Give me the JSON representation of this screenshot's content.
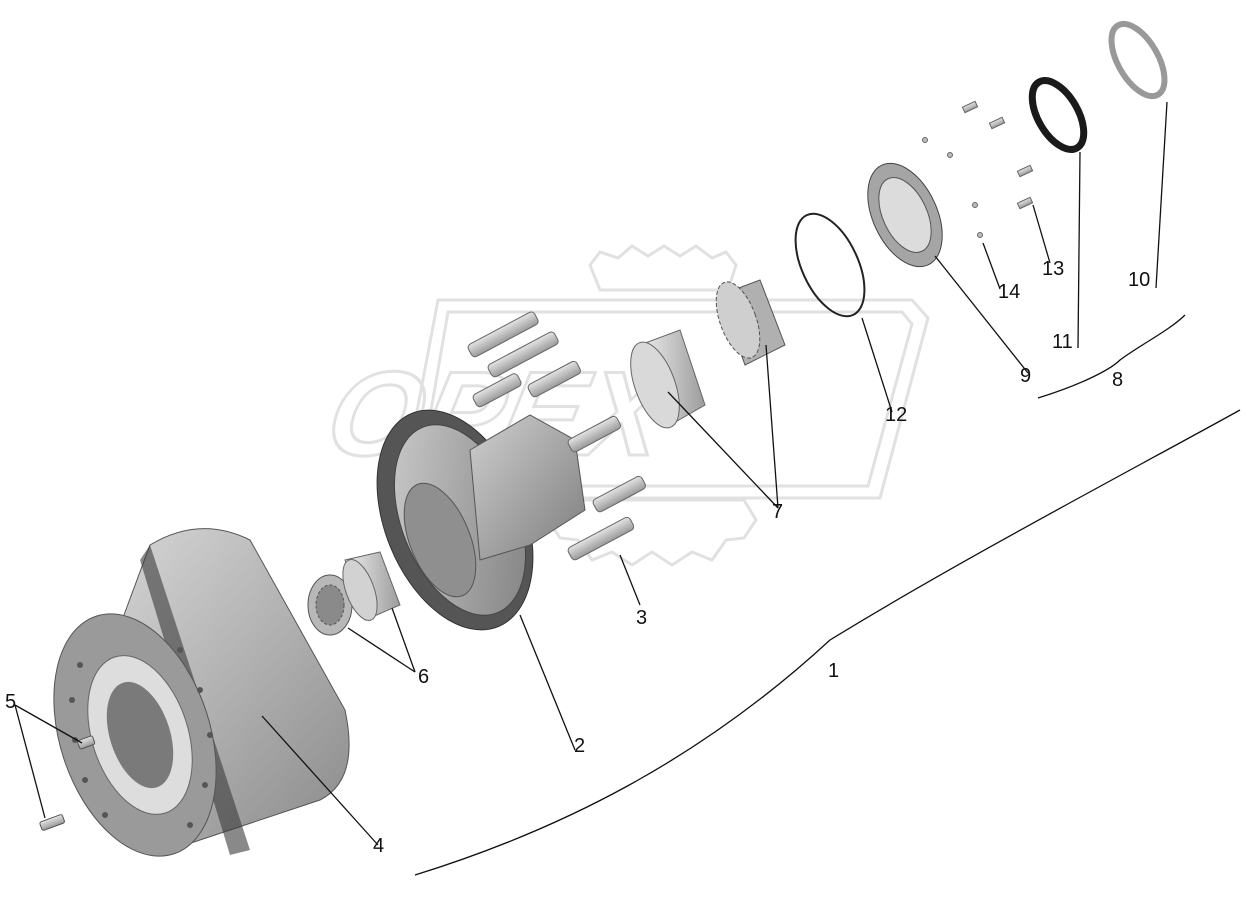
{
  "diagram": {
    "watermark_text": "OPEX",
    "callouts": [
      {
        "id": "c1",
        "label": "1"
      },
      {
        "id": "c2",
        "label": "2"
      },
      {
        "id": "c3",
        "label": "3"
      },
      {
        "id": "c4",
        "label": "4"
      },
      {
        "id": "c5",
        "label": "5"
      },
      {
        "id": "c6",
        "label": "6"
      },
      {
        "id": "c7",
        "label": "7"
      },
      {
        "id": "c8",
        "label": "8"
      },
      {
        "id": "c9",
        "label": "9"
      },
      {
        "id": "c10",
        "label": "10"
      },
      {
        "id": "c11",
        "label": "11"
      },
      {
        "id": "c12",
        "label": "12"
      },
      {
        "id": "c13",
        "label": "13"
      },
      {
        "id": "c14",
        "label": "14"
      }
    ],
    "colors": {
      "part_light": "#c8c8c8",
      "part_mid": "#a6a6a6",
      "part_dark": "#6f6f6f",
      "seal_black": "#1a1a1a",
      "leader_line": "#111111",
      "watermark": "#cfcfcf"
    }
  }
}
